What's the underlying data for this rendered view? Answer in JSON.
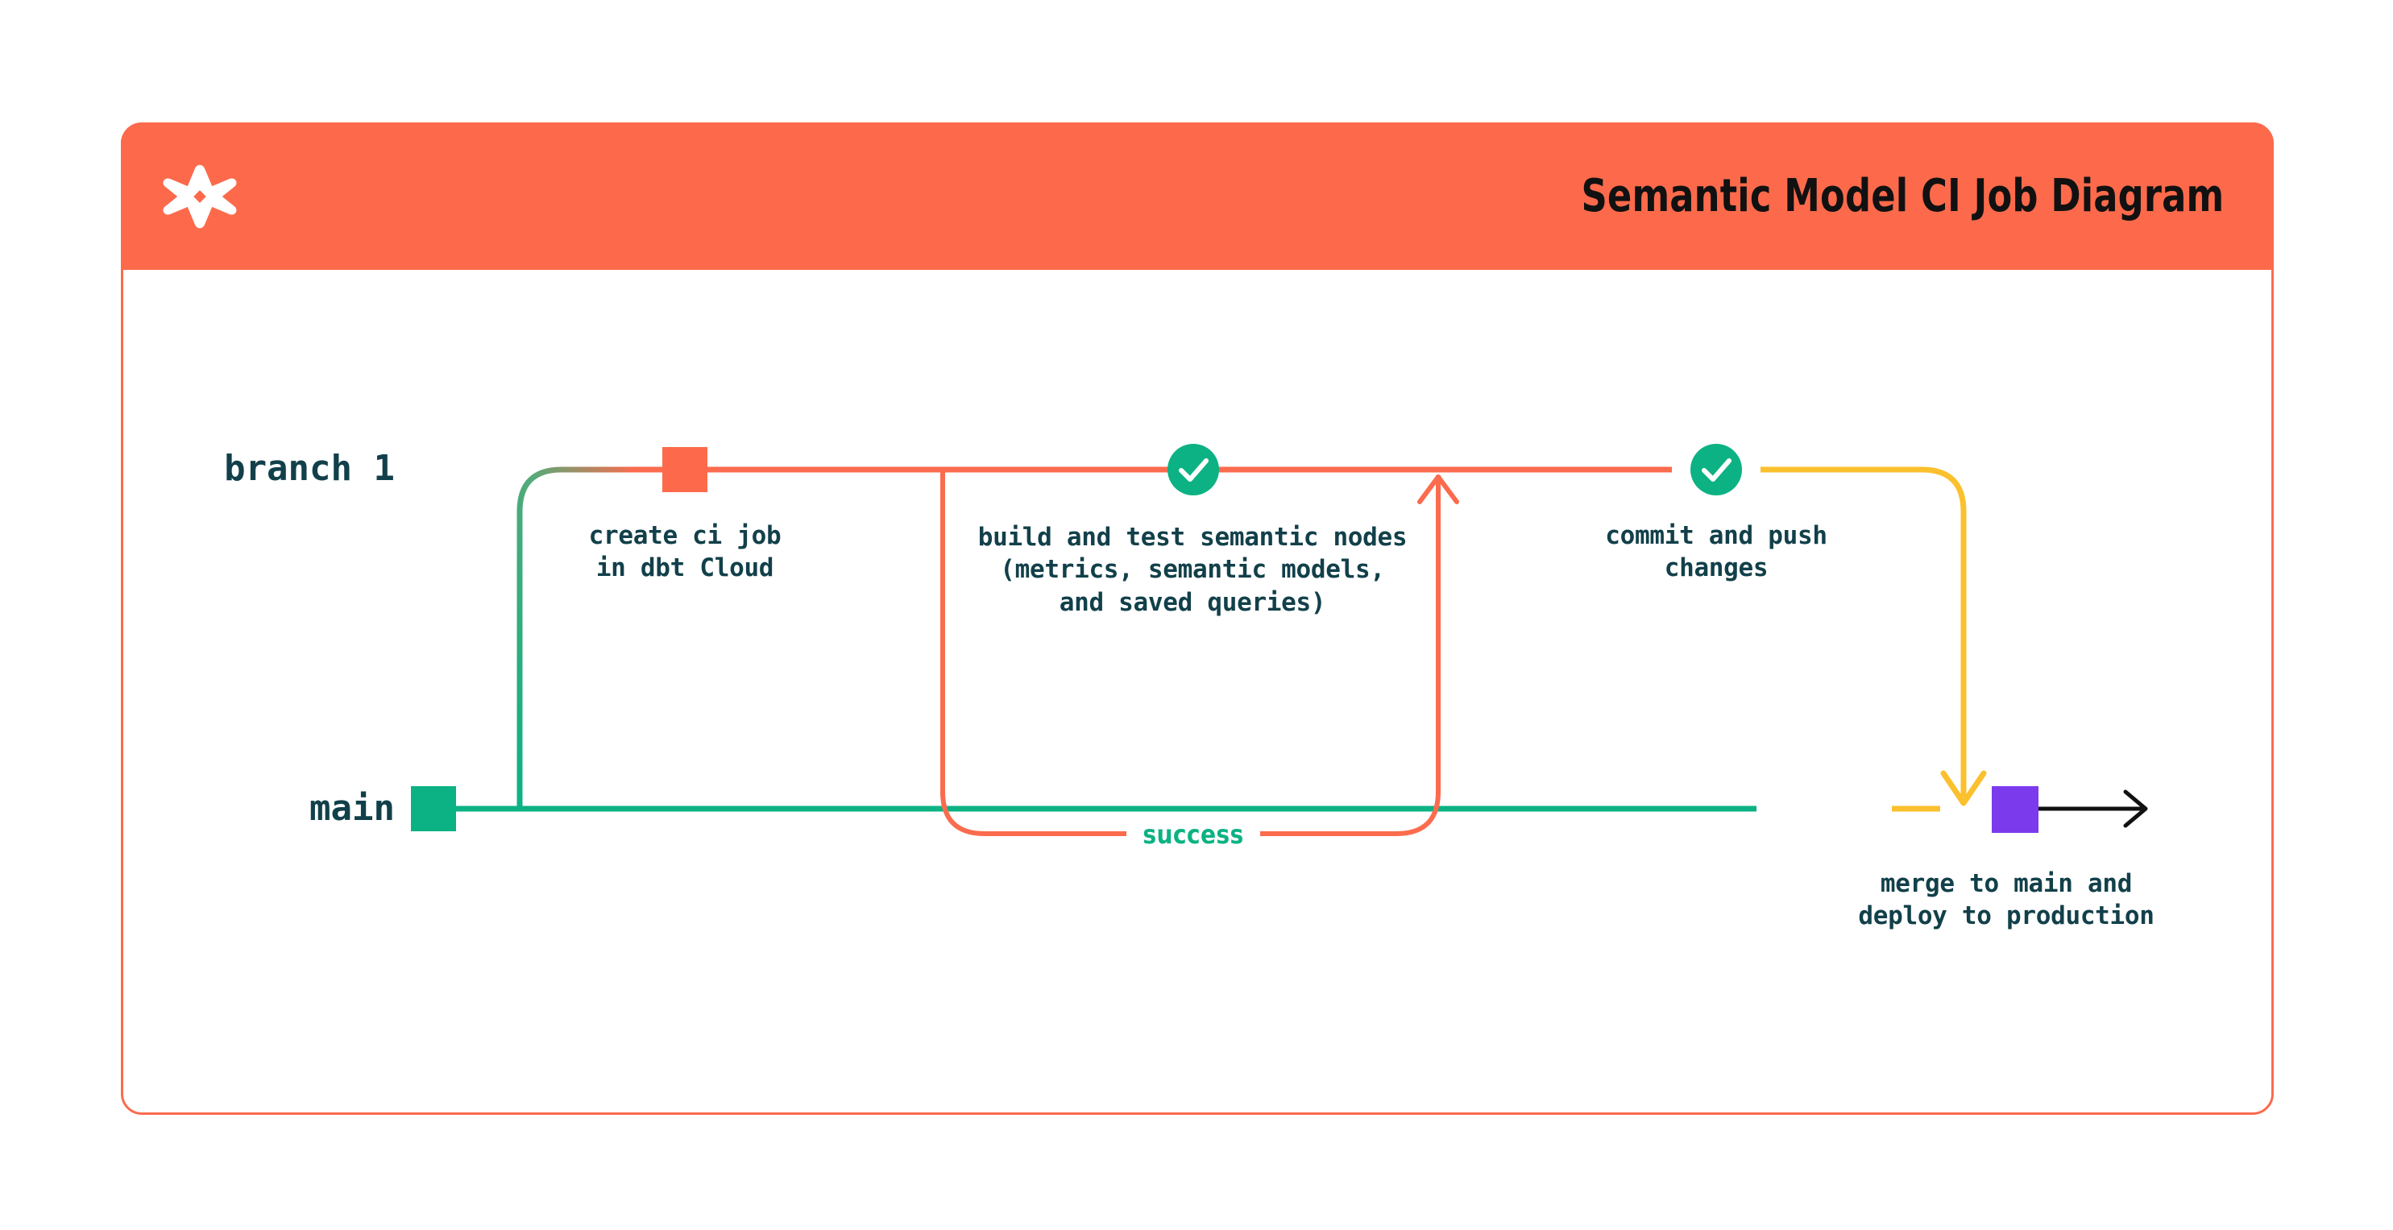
{
  "header": {
    "logo_icon": "dbt-logo-icon",
    "title": "Semantic Model CI Job Diagram"
  },
  "colors": {
    "brand_orange": "#FC6A4B",
    "card_border": "#FB6B4E",
    "branch_line": "#FB6B4E",
    "main_line": "#0CB283",
    "merge_line": "#FBC02D",
    "node_green": "#0CB283",
    "node_orange": "#FC6A4B",
    "node_purple": "#7C3AED",
    "text_dark": "#12404A",
    "success_text": "#0CB283",
    "arrow_black": "#111111"
  },
  "lanes": [
    {
      "id": "branch-1",
      "label": "branch 1",
      "color": "#FB6B4E"
    },
    {
      "id": "main",
      "label": "main",
      "color": "#0CB283"
    }
  ],
  "nodes": [
    {
      "id": "create-ci-job",
      "marker": "square",
      "marker_color": "#FC6A4B",
      "lane": "branch-1",
      "label": "create ci job\nin dbt Cloud"
    },
    {
      "id": "build-and-test",
      "marker": "check-circle",
      "marker_color": "#0CB283",
      "lane": "branch-1",
      "label": "build and test semantic nodes\n(metrics, semantic models,\nand saved queries)"
    },
    {
      "id": "commit-and-push",
      "marker": "check-circle",
      "marker_color": "#0CB283",
      "lane": "branch-1",
      "label": "commit and push\nchanges"
    },
    {
      "id": "merge-to-main",
      "marker": "square",
      "marker_color": "#7C3AED",
      "lane": "main",
      "label": "merge to main and\ndeploy to production"
    }
  ],
  "edges": [
    {
      "id": "branch-out",
      "from": "main",
      "to": "branch-1",
      "color": "#0CB283"
    },
    {
      "id": "retry-loop",
      "label": "success",
      "color": "#FB6B4E",
      "label_color": "#0CB283"
    },
    {
      "id": "merge-down",
      "from": "branch-1",
      "to": "main",
      "color": "#FBC02D"
    },
    {
      "id": "main-continues",
      "color": "#111111"
    }
  ],
  "loop_label": "success"
}
